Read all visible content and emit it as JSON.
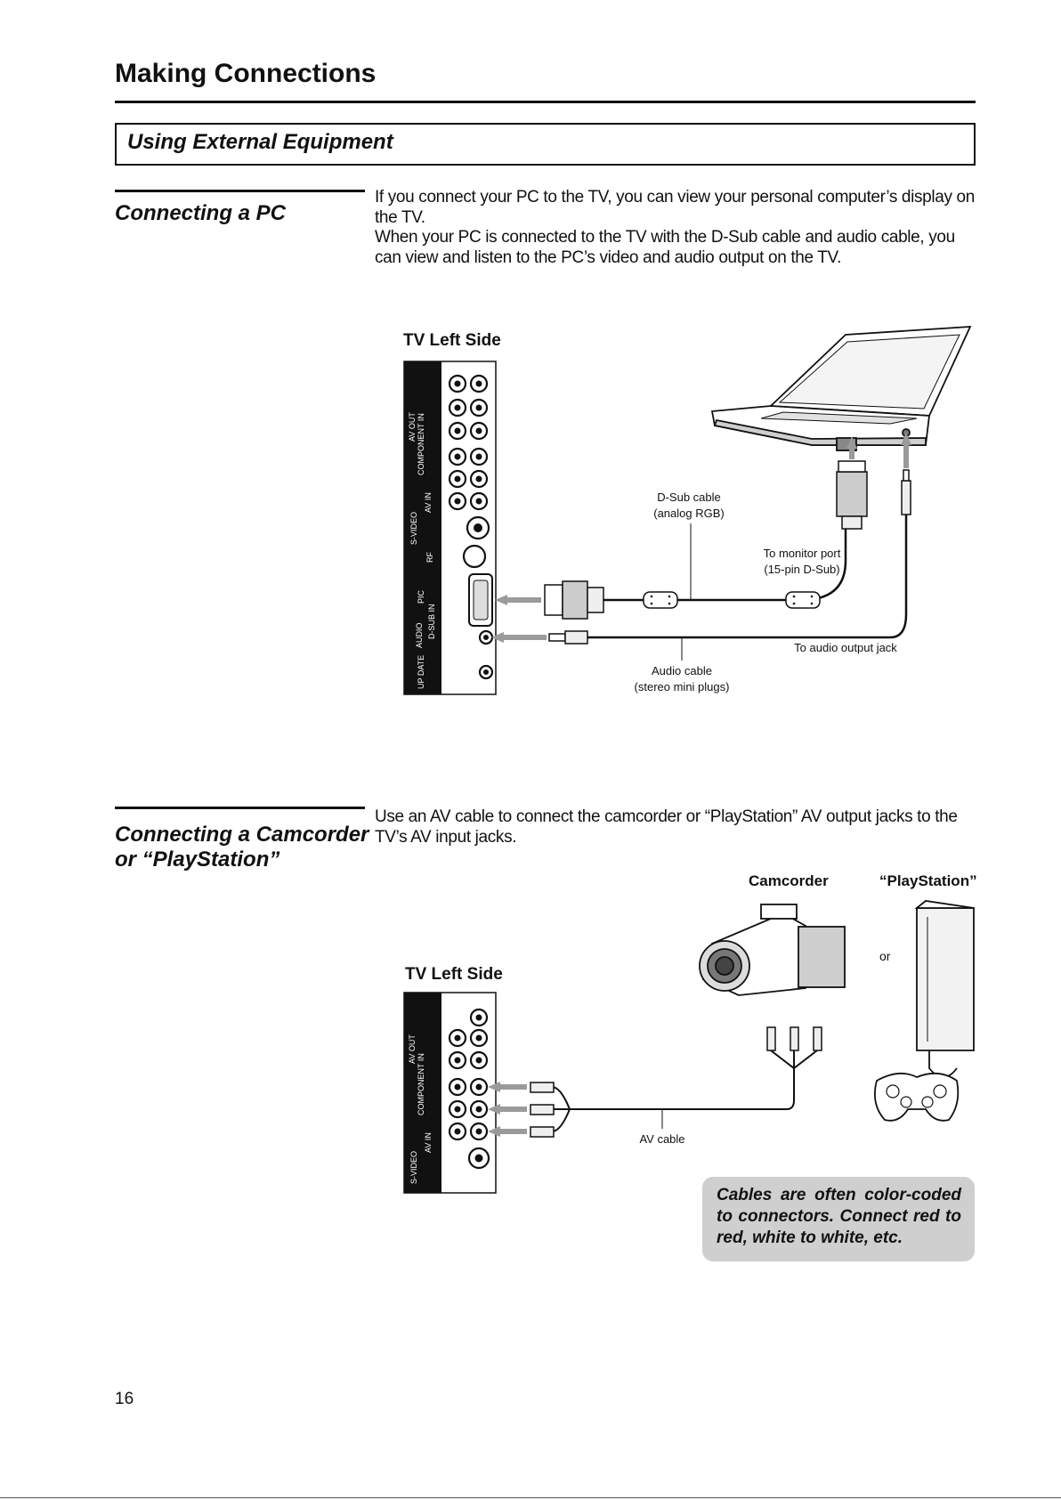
{
  "page": {
    "title": "Making Connections",
    "section_title": "Using External Equipment",
    "page_number": "16"
  },
  "pc_section": {
    "heading": "Connecting a PC",
    "paragraphs": [
      "If you connect your PC to the TV, you can view your personal computer’s display on the TV.",
      "When your PC is connected to the TV with the D-Sub cable and audio cable, you can view and listen to the PC’s video and audio output on the TV."
    ],
    "diagram": {
      "tv_label": "TV Left Side",
      "dsub_cable": [
        "D-Sub cable",
        "(analog RGB)"
      ],
      "monitor_port": [
        "To monitor port",
        "(15-pin D-Sub)"
      ],
      "audio_output": "To audio output jack",
      "audio_cable": [
        "Audio cable",
        "(stereo mini plugs)"
      ],
      "panel_labels": [
        "AV OUT",
        "COMPONENT IN",
        "AV IN",
        "S-VIDEO",
        "RF",
        "D-SUB IN",
        "PIC",
        "AUDIO",
        "UP DATE"
      ]
    }
  },
  "camcorder_section": {
    "heading_lines": [
      "Connecting a Camcorder",
      "or “PlayStation”"
    ],
    "paragraph": "Use an AV cable to connect the camcorder or “PlayStation” AV output jacks to the TV’s AV input jacks.",
    "diagram": {
      "camcorder_label": "Camcorder",
      "playstation_label": "“PlayStation”",
      "or_label": "or",
      "tv_label": "TV Left Side",
      "av_cable": "AV cable",
      "panel_labels": [
        "AV OUT",
        "COMPONENT IN",
        "AV IN",
        "S-VIDEO"
      ]
    },
    "tip": "Cables are often color-coded to connectors. Connect red to red, white to white, etc."
  },
  "colors": {
    "ink": "#111111",
    "tip_background": "#cfcfcf",
    "cable_grey": "#9a9a9a"
  }
}
